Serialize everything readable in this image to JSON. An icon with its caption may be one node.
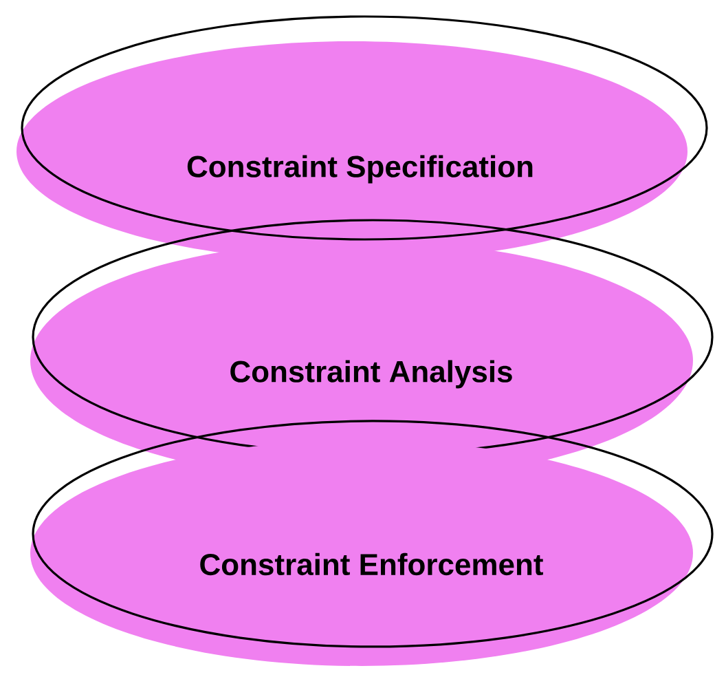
{
  "diagram": {
    "nodes": [
      {
        "text": [
          "Constraint Specification"
        ]
      },
      {
        "text": [
          "Constraint Analysis"
        ]
      },
      {
        "text": [
          "Constraint Enforcement"
        ]
      }
    ]
  }
}
